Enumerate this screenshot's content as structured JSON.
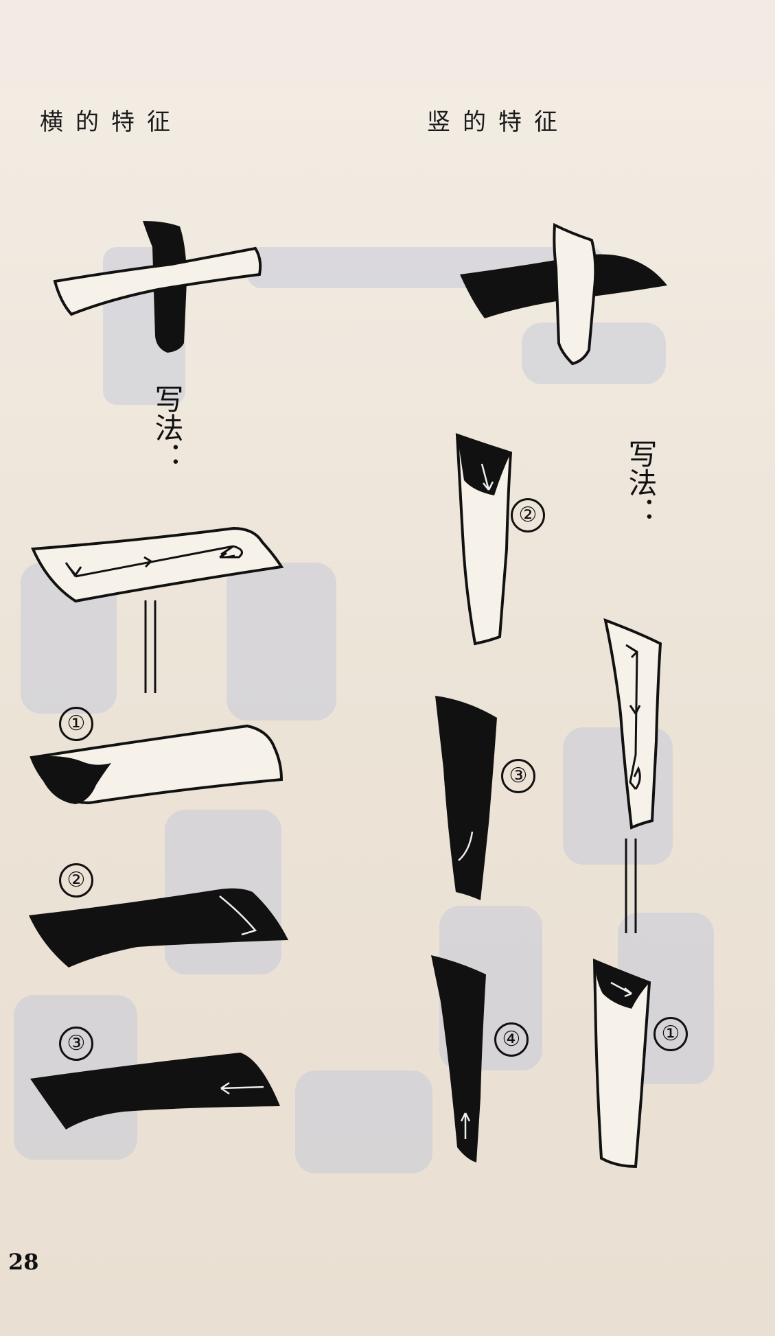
{
  "headings": {
    "horizontal": "横的特征",
    "vertical": "竖的特征"
  },
  "write_method_label": "写法：",
  "steps": {
    "horizontal": [
      "①",
      "②",
      "③"
    ],
    "vertical": [
      "①",
      "②",
      "③",
      "④"
    ]
  },
  "page_number": "28",
  "colors": {
    "ink": "#111111",
    "paper": "#efe7dc",
    "bleed_through": "#c7cbd8"
  }
}
